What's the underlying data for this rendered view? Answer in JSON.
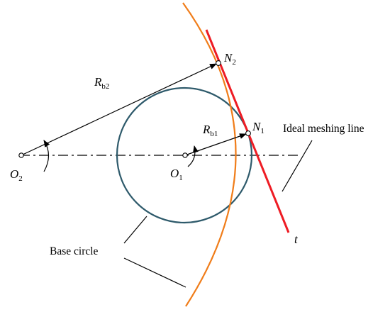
{
  "labels": {
    "o2": {
      "main": "O",
      "sub": "2"
    },
    "o1": {
      "main": "O",
      "sub": "1"
    },
    "n1": {
      "main": "N",
      "sub": "1"
    },
    "n2": {
      "main": "N",
      "sub": "2"
    },
    "rb1": {
      "main": "R",
      "sub": "b1"
    },
    "rb2": {
      "main": "R",
      "sub": "b2"
    },
    "t": "t",
    "ideal_meshing_line": "Ideal meshing line",
    "base_circle": "Base circle"
  },
  "colors": {
    "base_circle": "#2e5a6b",
    "pitch_arc": "#f07d1a",
    "meshing_line": "#ee1c24",
    "ink": "#000000"
  }
}
